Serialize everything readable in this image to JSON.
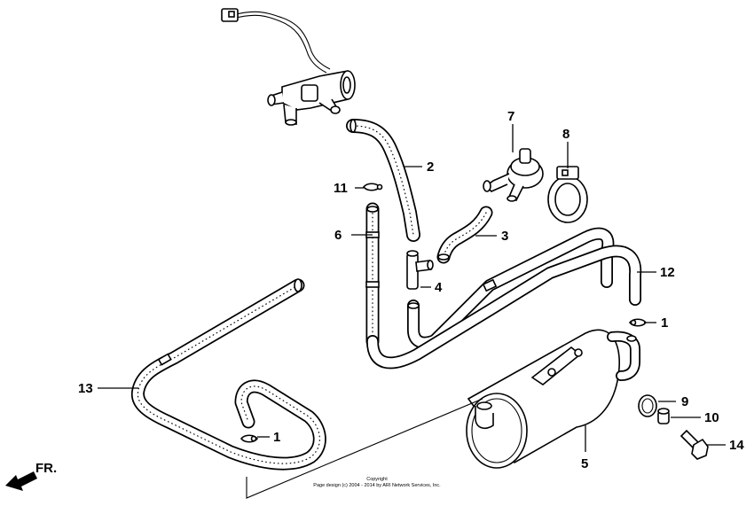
{
  "callouts": {
    "c1a": "1",
    "c1b": "1",
    "c2": "2",
    "c3": "3",
    "c4": "4",
    "c5": "5",
    "c6": "6",
    "c7": "7",
    "c8": "8",
    "c9": "9",
    "c10": "10",
    "c11": "11",
    "c12": "12",
    "c13": "13",
    "c14": "14"
  },
  "direction_label": "FR.",
  "copyright": {
    "line1": "Copyright",
    "line2": "Page design (c) 2004 - 2014 by ARI Network Services, Inc."
  }
}
